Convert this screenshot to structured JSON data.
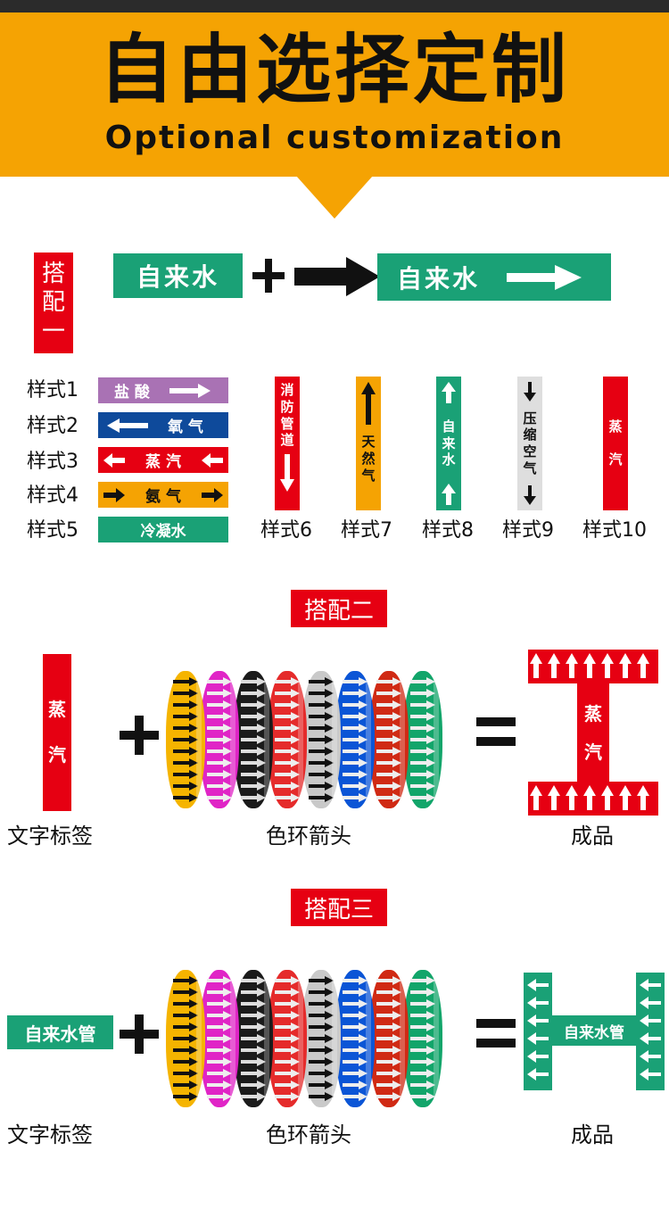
{
  "header": {
    "title": "自由选择定制",
    "subtitle": "Optional customization"
  },
  "combo1": {
    "badge": [
      "搭",
      "配",
      "一"
    ],
    "label_text": "自来水",
    "result_text": "自来水",
    "styles_left": [
      {
        "label": "样式1",
        "text": "盐 酸",
        "color": "#a972b4"
      },
      {
        "label": "样式2",
        "text": "氧 气",
        "color": "#0e4a9b"
      },
      {
        "label": "样式3",
        "text": "蒸 汽",
        "color": "#e60012"
      },
      {
        "label": "样式4",
        "text": "氨 气",
        "color": "#f5a303"
      },
      {
        "label": "样式5",
        "text": "冷凝水",
        "color": "#1aa176"
      }
    ],
    "styles_right": [
      {
        "label": "样式6",
        "chars": [
          "消",
          "防",
          "管",
          "道"
        ],
        "color": "#e60012"
      },
      {
        "label": "样式7",
        "chars": [
          "天",
          "然",
          "气"
        ],
        "color": "#f5a303"
      },
      {
        "label": "样式8",
        "chars": [
          "自",
          "来",
          "水"
        ],
        "color": "#1aa176"
      },
      {
        "label": "样式9",
        "chars": [
          "压",
          "缩",
          "空",
          "气"
        ],
        "color": "#dedede"
      },
      {
        "label": "样式10",
        "chars": [
          "蒸",
          "汽"
        ],
        "color": "#e60012"
      }
    ]
  },
  "combo2": {
    "badge": "搭配二",
    "tag_chars": [
      "蒸",
      "汽"
    ],
    "product_chars": [
      "蒸",
      "汽"
    ],
    "caption_left": "文字标签",
    "caption_mid": "色环箭头",
    "caption_right": "成品"
  },
  "combo3": {
    "badge": "搭配三",
    "tag_text": "自来水管",
    "product_text": "自来水管",
    "caption_left": "文字标签",
    "caption_mid": "色环箭头",
    "caption_right": "成品"
  },
  "colors": {
    "banner": "#f5a303",
    "red": "#e60012",
    "green": "#1aa176",
    "roll": [
      "#f5b400",
      "#e025c6",
      "#1b1b1b",
      "#e52b2b",
      "#c9c9c9",
      "#0b55d6",
      "#d02a14",
      "#12a56a"
    ]
  }
}
